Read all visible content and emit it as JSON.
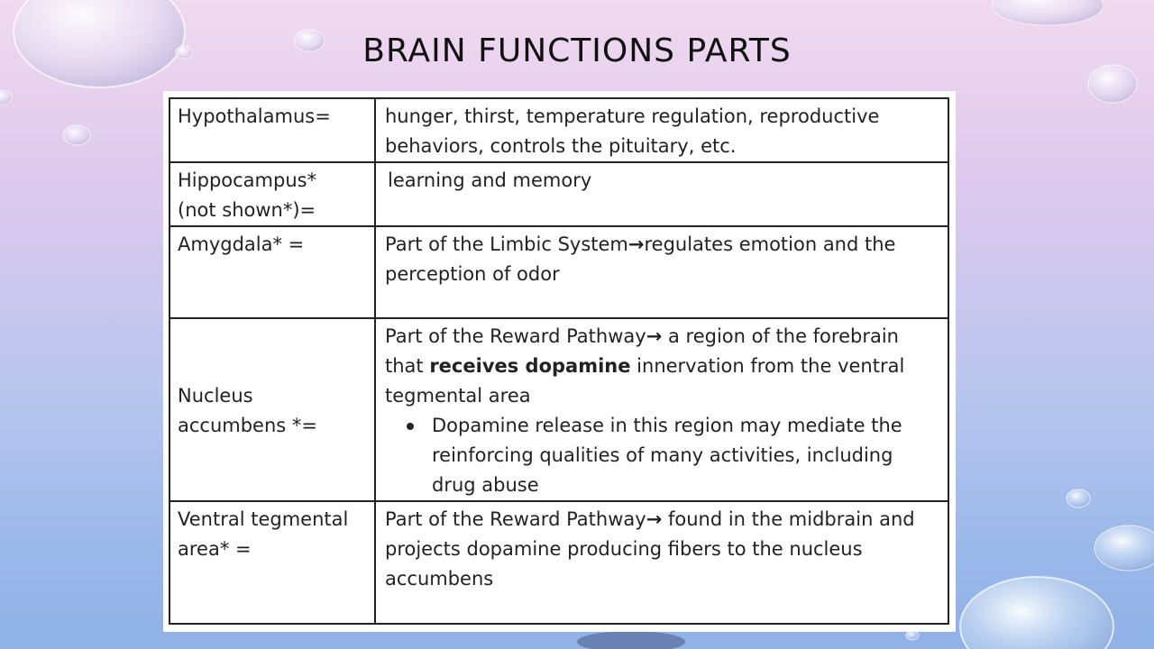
{
  "slide": {
    "title": "BRAIN FUNCTIONS PARTS"
  },
  "table": {
    "rows": [
      {
        "term": "Hypothalamus=",
        "desc": "hunger, thirst, temperature regulation, reproductive behaviors, controls the pituitary, etc."
      },
      {
        "term_line1": "Hippocampus*",
        "term_line2": "(not shown*)=",
        "desc": "learning and memory"
      },
      {
        "term": "Amygdala* =",
        "desc_part1": "Part of the Limbic System",
        "desc_arrow": "→",
        "desc_part2": "regulates emotion and the perception of odor"
      },
      {
        "term_line1": "Nucleus",
        "term_line2": "accumbens *=",
        "desc_part1": "Part of the Reward Pathway",
        "desc_arrow": "→",
        "desc_part2": " a  region of the forebrain that ",
        "desc_bold": "receives dopamine",
        "desc_part3": " innervation from the ventral tegmental area",
        "bullet": "Dopamine release in this region may mediate the reinforcing qualities of many activities, including drug abuse"
      },
      {
        "term_line1": "Ventral tegmental",
        "term_line2": "area* =",
        "desc_part1": "Part of the Reward Pathway",
        "desc_arrow": "→",
        "desc_part2": " found in the midbrain and projects dopamine producing fibers to the nucleus accumbens"
      }
    ]
  }
}
